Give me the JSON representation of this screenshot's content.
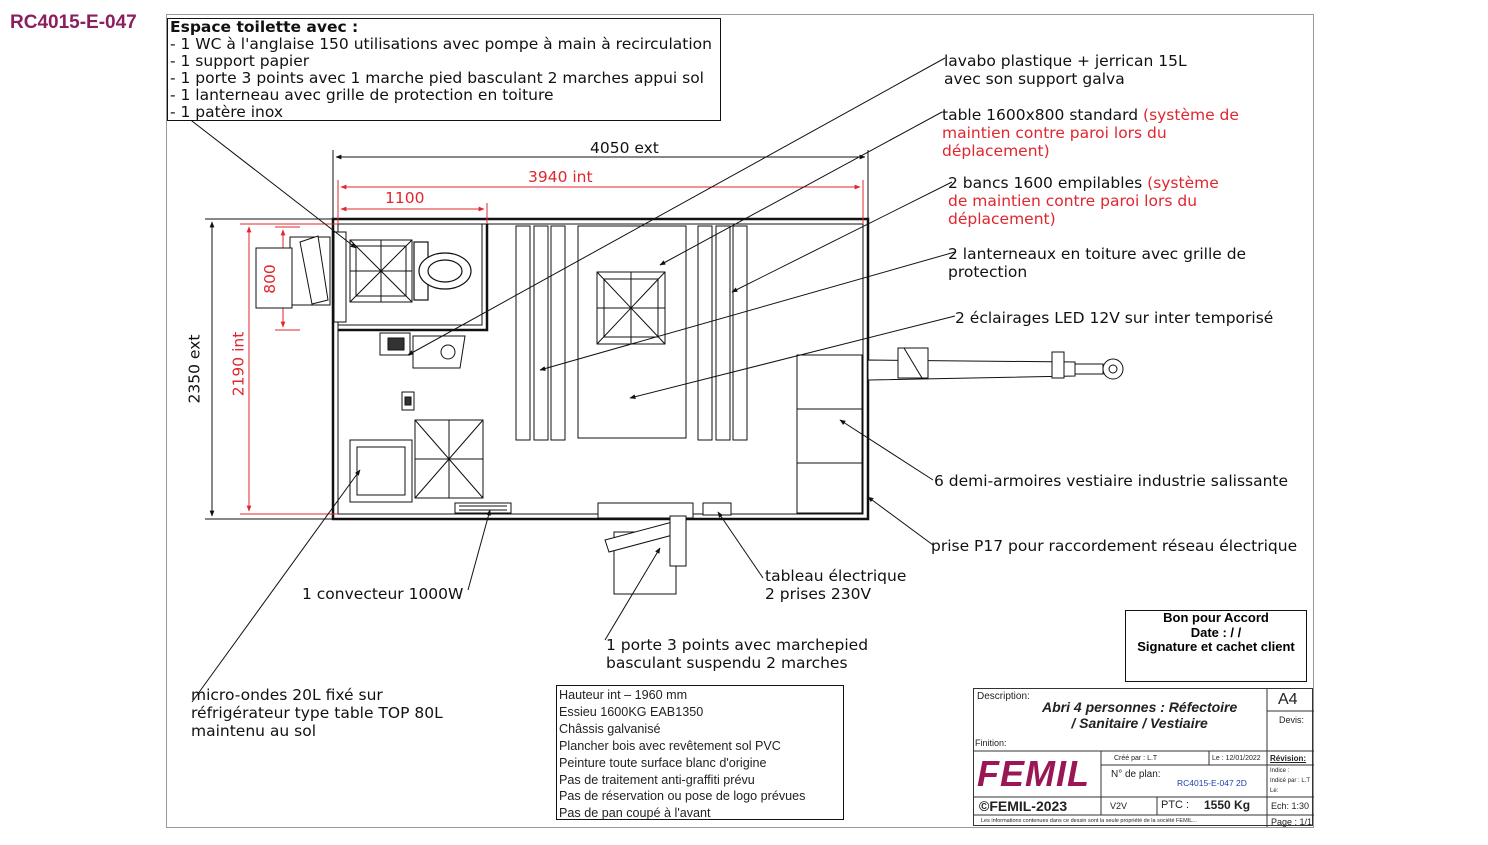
{
  "reference": "RC4015-E-047",
  "wc_box": {
    "heading": "Espace toilette avec :",
    "lines": [
      "- 1 WC à l'anglaise 150 utilisations avec pompe à main à recirculation",
      "- 1 support papier",
      "- 1 porte 3 points avec 1 marche pied basculant 2 marches appui sol",
      "- 1 lanterneau avec grille de protection en toiture",
      "- 1 patère inox"
    ]
  },
  "dimensions": {
    "ext_length": "4050 ext",
    "int_length": "3940 int",
    "wc_width": "1100",
    "ext_width": "2350 ext",
    "int_width": "2190 int",
    "door_width": "800"
  },
  "labels": {
    "lavabo": [
      "lavabo plastique + jerrican 15L",
      "avec son support galva"
    ],
    "table_black": "table 1600x800 standard",
    "table_red": [
      "(système de",
      "maintien contre paroi lors du",
      "déplacement)"
    ],
    "bancs_black": "2 bancs 1600 empilables",
    "bancs_red": [
      "(système",
      "de maintien contre paroi lors du",
      "déplacement)"
    ],
    "lanterneaux": [
      "2 lanterneaux en toiture avec grille de",
      "protection"
    ],
    "eclairages": "2 éclairages LED 12V sur inter temporisé",
    "armoires": "6 demi-armoires vestiaire industrie salissante",
    "prise": "prise P17 pour raccordement réseau électrique",
    "tableau": [
      "tableau électrique",
      "2 prises 230V"
    ],
    "convecteur": "1 convecteur 1000W",
    "porte": [
      "1 porte 3 points avec marchepied",
      "basculant suspendu 2 marches"
    ],
    "microondes": [
      "micro-ondes 20L fixé sur",
      "réfrigérateur type table TOP 80L",
      "maintenu au sol"
    ]
  },
  "specs": [
    "Hauteur int – 1960 mm",
    "Essieu 1600KG EAB1350",
    "Châssis galvanisé",
    "Plancher bois avec revêtement sol PVC",
    "Peinture toute surface blanc d'origine",
    "Pas de traitement anti-graffiti prévu",
    "Pas de réservation ou pose de logo prévues",
    "Pas de pan coupé à l'avant"
  ],
  "bon_pour_accord": [
    "Bon pour Accord",
    "Date :   /   /",
    "Signature et cachet client"
  ],
  "cartouche": {
    "description_label": "Description:",
    "description": [
      "Abri 4 personnes : Réfectoire",
      "/ Sanitaire / Vestiaire"
    ],
    "format": "A4",
    "devis_label": "Devis:",
    "finition_label": "Finition:",
    "brand": "FEMIL",
    "copyright": "©FEMIL-2023",
    "cree_par": "Créé par : L.T",
    "date": "Le : 12/01/2022",
    "revision_label": "Révision:",
    "indice": "Indice :",
    "indice_par": "Indicé par : L.T",
    "le": "Le:",
    "plan_label": "N° de plan:",
    "plan_number": "RC4015-E-047 2D",
    "version": "V2V",
    "ptc_label": "PTC :",
    "ptc_value": "1550 Kg",
    "echelle": "Ech: 1:30",
    "page": "Page : 1/1",
    "disclaimer": "Les informations contenues dans ce dessin sont la seule propriété de la société FEMIL..."
  },
  "colors": {
    "reference": "#8b1f5e",
    "dimension_red": "#e0262e",
    "brand": "#9b1654"
  }
}
